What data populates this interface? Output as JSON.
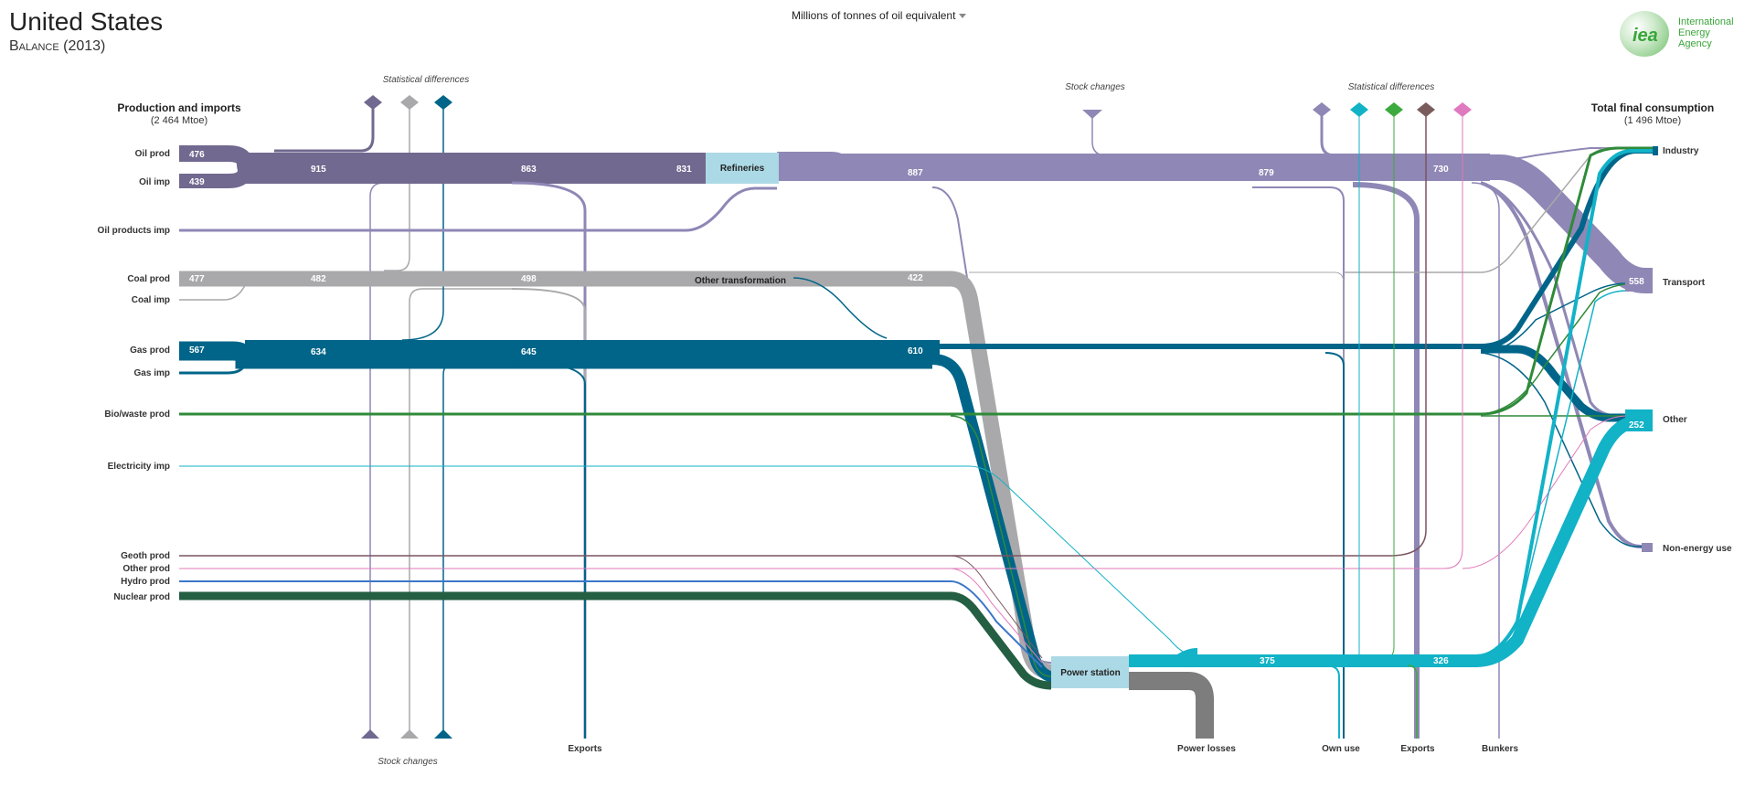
{
  "header": {
    "country": "United States",
    "subtitle": "Balance (2013)",
    "unit_label": "Millions of tonnes of oil equivalent",
    "logo_text": "iea",
    "agency_name_line1": "International",
    "agency_name_line2": "Energy Agency"
  },
  "colors": {
    "oil": "#71698f",
    "oil_products": "#8f87b5",
    "coal": "#a9a9ab",
    "gas": "#006589",
    "biowaste": "#2f8a3a",
    "electricity": "#12b2c7",
    "geoth": "#7a5460",
    "other": "#e27aba",
    "hydro": "#3c77c8",
    "nuclear": "#245e43",
    "losses": "#7d7d7d",
    "process_box": "#acd9e6",
    "green_line": "#3caa3c",
    "brown_line": "#7a5c5c",
    "pink_line": "#e07ac0"
  },
  "diagram": {
    "left_header": "Production and imports",
    "left_total": "(2 464 Mtoe)",
    "right_header": "Total final consumption",
    "right_total": "(1 496 Mtoe)",
    "sources": [
      {
        "label": "Oil prod",
        "value": "476"
      },
      {
        "label": "Oil imp",
        "value": "439"
      },
      {
        "label": "Oil products imp",
        "value": ""
      },
      {
        "label": "Coal prod",
        "value": "477"
      },
      {
        "label": "Coal imp",
        "value": ""
      },
      {
        "label": "Gas prod",
        "value": "567"
      },
      {
        "label": "Gas imp",
        "value": ""
      },
      {
        "label": "Bio/waste prod",
        "value": ""
      },
      {
        "label": "Electricity imp",
        "value": ""
      },
      {
        "label": "Geoth prod",
        "value": ""
      },
      {
        "label": "Other prod",
        "value": ""
      },
      {
        "label": "Hydro prod",
        "value": ""
      },
      {
        "label": "Nuclear prod",
        "value": ""
      }
    ],
    "flow_values": {
      "oil_total": "915",
      "oil_after_stat": "863",
      "oil_to_refineries": "831",
      "refinery_out": "887",
      "oil_products_after_stock": "879",
      "oil_products_final": "730",
      "coal_total": "482",
      "coal_after_stat": "498",
      "coal_to_power": "422",
      "gas_total": "634",
      "gas_after_stat": "645",
      "gas_to_split": "610",
      "elec_out": "375",
      "elec_final": "326"
    },
    "nodes": {
      "refineries": "Refineries",
      "other_transformation": "Other transformation",
      "power_station": "Power station"
    },
    "annotations": {
      "stat_diff_left": "Statistical differences",
      "stat_diff_right": "Statistical differences",
      "stock_changes_top": "Stock  changes",
      "stock_changes_bottom": "Stock changes"
    },
    "sinks": [
      {
        "label": "Exports"
      },
      {
        "label": "Power losses"
      },
      {
        "label": "Own use"
      },
      {
        "label": "Exports"
      },
      {
        "label": "Bunkers"
      }
    ],
    "consumption": [
      {
        "label": "Industry",
        "value": ""
      },
      {
        "label": "Transport",
        "value": "558"
      },
      {
        "label": "Other",
        "value": "252"
      },
      {
        "label": "Non-energy use",
        "value": ""
      }
    ]
  }
}
